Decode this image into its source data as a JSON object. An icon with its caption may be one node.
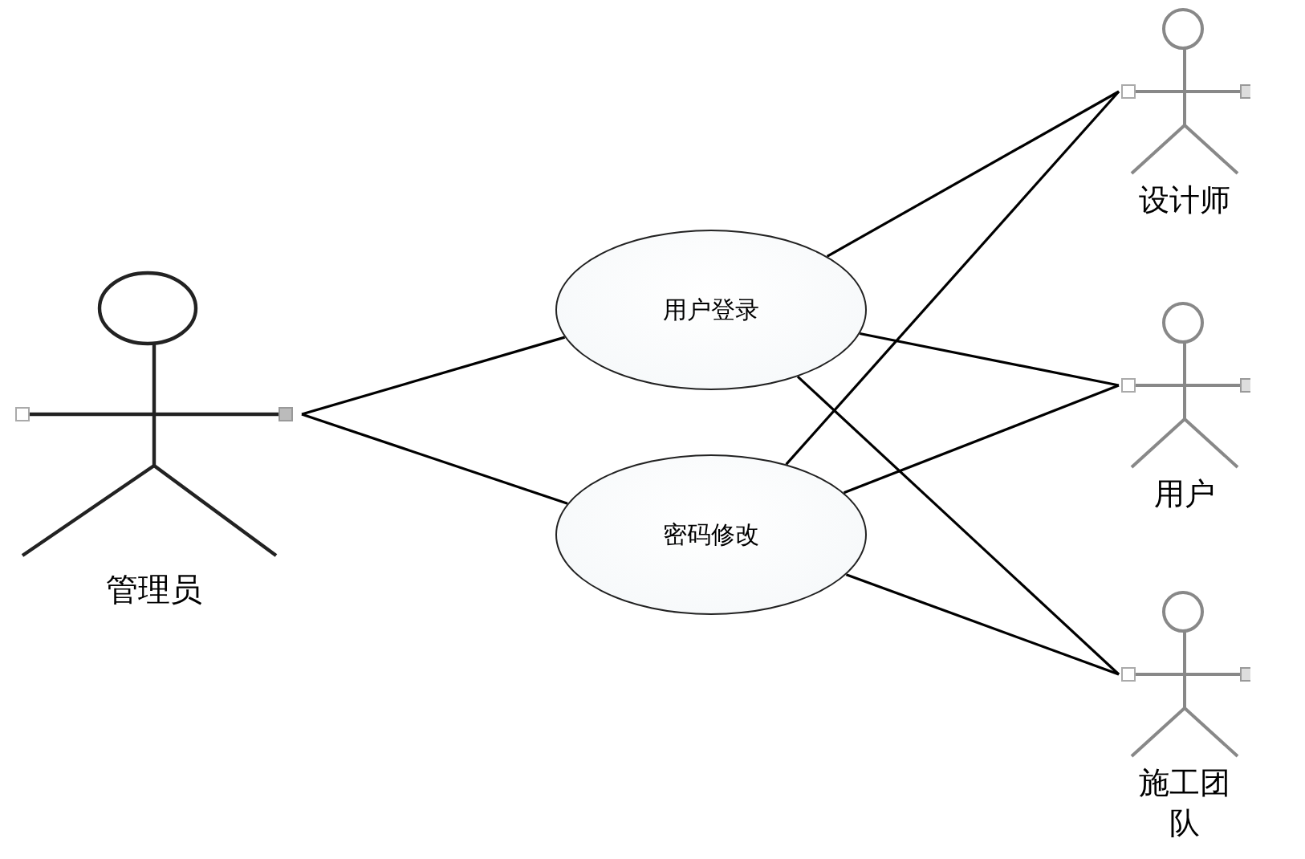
{
  "diagram": {
    "nodes": [
      {
        "text": [
          "管理员"
        ]
      },
      {
        "text": [
          "用户登录"
        ]
      },
      {
        "text": [
          "密码修改"
        ]
      },
      {
        "text": [
          "设计师"
        ]
      },
      {
        "text": [
          "用户"
        ]
      },
      {
        "text": [
          "施工团队"
        ]
      }
    ],
    "edges": [
      {
        "from": 0,
        "to": 1,
        "arrow": "none"
      },
      {
        "from": 0,
        "to": 2,
        "arrow": "none"
      },
      {
        "from": 1,
        "to": 3,
        "arrow": "none"
      },
      {
        "from": 1,
        "to": 4,
        "arrow": "none"
      },
      {
        "from": 1,
        "to": 5,
        "arrow": "none"
      },
      {
        "from": 2,
        "to": 3,
        "arrow": "none"
      },
      {
        "from": 2,
        "to": 4,
        "arrow": "none"
      },
      {
        "from": 2,
        "to": 5,
        "arrow": "none"
      }
    ]
  }
}
